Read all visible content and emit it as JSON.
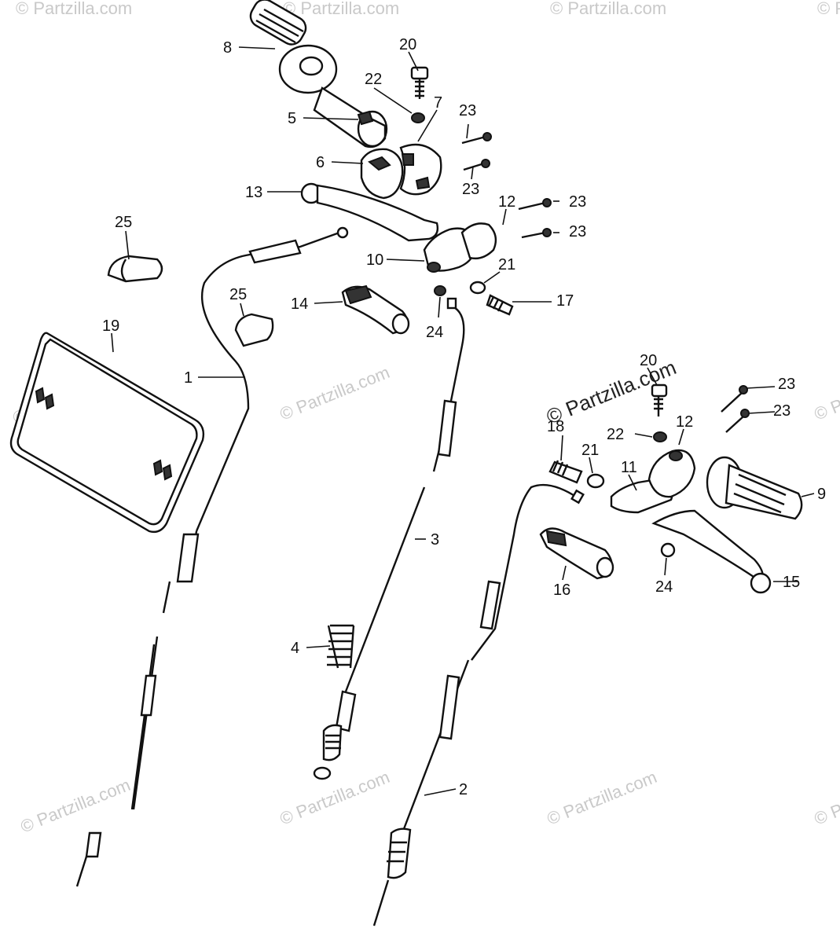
{
  "callouts": [
    {
      "id": "1",
      "text": "1"
    },
    {
      "id": "2",
      "text": "2"
    },
    {
      "id": "3",
      "text": "3"
    },
    {
      "id": "4",
      "text": "4"
    },
    {
      "id": "5",
      "text": "5"
    },
    {
      "id": "6",
      "text": "6"
    },
    {
      "id": "7",
      "text": "7"
    },
    {
      "id": "8",
      "text": "8"
    },
    {
      "id": "9",
      "text": "9"
    },
    {
      "id": "10",
      "text": "10"
    },
    {
      "id": "11",
      "text": "11"
    },
    {
      "id": "12a",
      "text": "12"
    },
    {
      "id": "12b",
      "text": "12"
    },
    {
      "id": "13",
      "text": "13"
    },
    {
      "id": "14",
      "text": "14"
    },
    {
      "id": "15",
      "text": "15"
    },
    {
      "id": "16",
      "text": "16"
    },
    {
      "id": "17",
      "text": "17"
    },
    {
      "id": "18",
      "text": "18"
    },
    {
      "id": "19",
      "text": "19"
    },
    {
      "id": "20a",
      "text": "20"
    },
    {
      "id": "20b",
      "text": "20"
    },
    {
      "id": "21a",
      "text": "21"
    },
    {
      "id": "21b",
      "text": "21"
    },
    {
      "id": "22a",
      "text": "22"
    },
    {
      "id": "22b",
      "text": "22"
    },
    {
      "id": "23a",
      "text": "23"
    },
    {
      "id": "23b",
      "text": "23"
    },
    {
      "id": "23c",
      "text": "23"
    },
    {
      "id": "23d",
      "text": "23"
    },
    {
      "id": "23e",
      "text": "23"
    },
    {
      "id": "23f",
      "text": "23"
    },
    {
      "id": "24a",
      "text": "24"
    },
    {
      "id": "24b",
      "text": "24"
    },
    {
      "id": "25a",
      "text": "25"
    },
    {
      "id": "25b",
      "text": "25"
    }
  ],
  "watermark": {
    "text": "© Partzilla.com",
    "color": "#c9c9c9"
  },
  "colors": {
    "line": "#111111",
    "background": "#ffffff"
  }
}
